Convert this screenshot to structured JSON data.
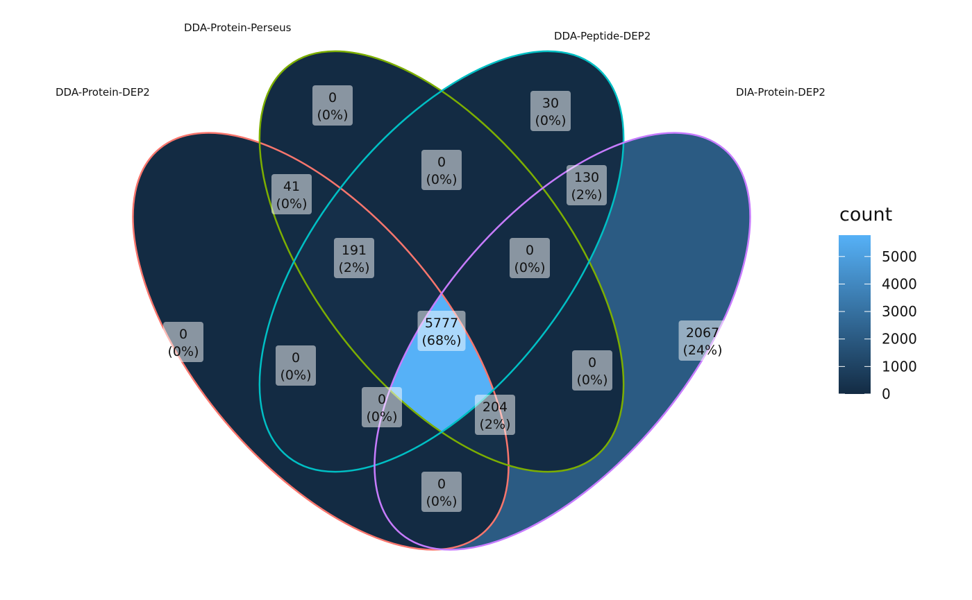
{
  "sets": [
    {
      "key": "A",
      "label": "DDA-Protein-DEP2",
      "color": "#F8766D"
    },
    {
      "key": "B",
      "label": "DDA-Protein-Perseus",
      "color": "#7CAE00"
    },
    {
      "key": "C",
      "label": "DDA-Peptide-DEP2",
      "color": "#00BFC4"
    },
    {
      "key": "D",
      "label": "DIA-Protein-DEP2",
      "color": "#C77CFF"
    }
  ],
  "regions": [
    {
      "sets": "A",
      "count": "0",
      "pct": "(0%)",
      "value": 0
    },
    {
      "sets": "B",
      "count": "0",
      "pct": "(0%)",
      "value": 0
    },
    {
      "sets": "C",
      "count": "30",
      "pct": "(0%)",
      "value": 30
    },
    {
      "sets": "D",
      "count": "2067",
      "pct": "(24%)",
      "value": 2067
    },
    {
      "sets": "AB",
      "count": "41",
      "pct": "(0%)",
      "value": 41
    },
    {
      "sets": "BC",
      "count": "0",
      "pct": "(0%)",
      "value": 0
    },
    {
      "sets": "CD",
      "count": "130",
      "pct": "(2%)",
      "value": 130
    },
    {
      "sets": "ABC",
      "count": "191",
      "pct": "(2%)",
      "value": 191
    },
    {
      "sets": "BCD",
      "count": "0",
      "pct": "(0%)",
      "value": 0
    },
    {
      "sets": "ABCD",
      "count": "5777",
      "pct": "(68%)",
      "value": 5777
    },
    {
      "sets": "AC",
      "count": "0",
      "pct": "(0%)",
      "value": 0
    },
    {
      "sets": "BD",
      "count": "0",
      "pct": "(0%)",
      "value": 0
    },
    {
      "sets": "ACD",
      "count": "0",
      "pct": "(0%)",
      "value": 0
    },
    {
      "sets": "ABD",
      "count": "204",
      "pct": "(2%)",
      "value": 204
    },
    {
      "sets": "AD",
      "count": "0",
      "pct": "(0%)",
      "value": 0
    }
  ],
  "legend": {
    "title": "count",
    "ticks": [
      "0",
      "1000",
      "2000",
      "3000",
      "4000",
      "5000"
    ],
    "tick_values": [
      0,
      1000,
      2000,
      3000,
      4000,
      5000
    ],
    "max_value": 5777,
    "color_low": "#132B43",
    "color_high": "#56B1F7"
  }
}
